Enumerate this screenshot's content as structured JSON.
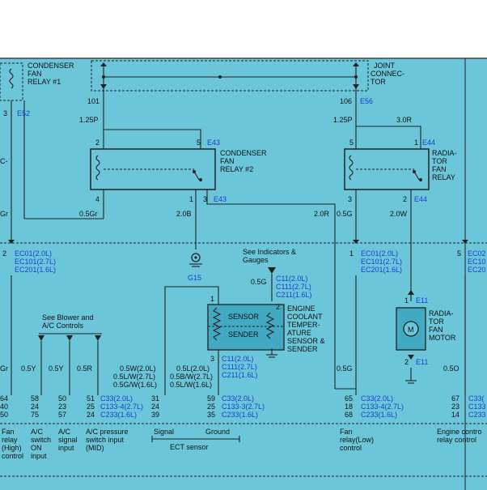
{
  "colors": {
    "background": "#6bc6da",
    "sensor_fill": "#41a9c2",
    "blue_text": "#1a3fd0",
    "wire": "#222222"
  },
  "top_left": {
    "relay1": [
      "CONDENSER",
      "FAN",
      "RELAY #1"
    ],
    "pin3": "3",
    "conn": "E52",
    "cut_left": "C-",
    "pin101": "101",
    "wire_1_25p": "1.25P"
  },
  "joint": {
    "label": [
      "JOINT",
      "CONNEC-",
      "TOR"
    ],
    "pin106": "106",
    "conn": "E56",
    "wire_1_25p": "1.25P",
    "wire_3_0r": "3.0R"
  },
  "relay2": {
    "label": [
      "CONDENSER",
      "FAN",
      "RELAY #2"
    ],
    "pin2": "2",
    "pin5": "5",
    "conn_top": "E43",
    "pin4": "4",
    "pin1": "1",
    "pin3": "3",
    "conn_bot": "E43",
    "wire_05gr": "0.5Gr",
    "wire_20b": "2.0B"
  },
  "radiator_relay": {
    "label": [
      "RADIA-",
      "TOR",
      "FAN",
      "RELAY"
    ],
    "pin5": "5",
    "pin1": "1",
    "conn_top": "E44",
    "pin3": "3",
    "pin2": "2",
    "conn_bot": "E44",
    "wire_20r": "2.0R",
    "wire_05g": "0.5G",
    "wire_20w": "2.0W"
  },
  "left_edge": {
    "gr": "Gr",
    "pin2": "2"
  },
  "ec_left": {
    "lines": [
      "EC01(2.0L)",
      "EC101(2.7L)",
      "EC201(1.6L)"
    ]
  },
  "ec_mid": {
    "pin1": "1",
    "lines": [
      "EC01(2.0L)",
      "EC101(2.7L)",
      "EC201(1.6L)"
    ]
  },
  "ec_right": {
    "pin5": "5",
    "lines": [
      "EC02",
      "EC10",
      "EC20"
    ]
  },
  "ground": {
    "label": "G15"
  },
  "indicators": {
    "label": [
      "See Indicators &",
      "Gauges"
    ],
    "wire": "0.5G",
    "conns": [
      "C11(2.0L)",
      "C111(2.7L)",
      "C211(1.6L)"
    ]
  },
  "sensor": {
    "pin1": "1",
    "pin2": "2",
    "pin3": "3",
    "top": "SENSOR",
    "bottom": "SENDER",
    "label": [
      "ENGINE",
      "COOLANT",
      "TEMPER-",
      "ATURE",
      "SENSOR &",
      "SENDER"
    ],
    "conns_bottom": [
      "C11(2.0L)",
      "C111(2.7L)",
      "C211(1.6L)"
    ]
  },
  "blower": {
    "label": [
      "See Blower and",
      "A/C Controls"
    ],
    "wires": [
      "0.5Y",
      "0.5Y",
      "0.5R"
    ]
  },
  "left_wire_gr": "Gr",
  "ect_wires": {
    "signal": [
      "0.5W(2.0L)",
      "0.5L/W(2.7L)",
      "0.5G/W(1.6L)"
    ],
    "ground": [
      "0.5L(2.0L)",
      "0.5B/W(2.7L)",
      "0.5L/W(1.6L)"
    ]
  },
  "motor": {
    "pin1": "1",
    "conn_top": "E11",
    "label": [
      "RADIA-",
      "TOR",
      "FAN",
      "MOTOR"
    ],
    "symbol": "M",
    "pin2": "2",
    "conn_bot": "E11"
  },
  "mid_wire": "0.5G",
  "right_wire": "0.5O",
  "pin_rows": {
    "c0": [
      "64",
      "40",
      "50"
    ],
    "c1": [
      "58",
      "24",
      "75"
    ],
    "c2": [
      "50",
      "23",
      "57"
    ],
    "c3": [
      "51",
      "25",
      "24"
    ],
    "conn_a": [
      "C33(2.0L)",
      "C133-4(2.7L)",
      "C233(1.6L)"
    ],
    "c4": [
      "31",
      "24",
      "39"
    ],
    "c5": [
      "59",
      "25",
      "35"
    ],
    "conn_b": [
      "C33(2.0L)",
      "C133-3(2.7L)",
      "C233(1.6L)"
    ],
    "c6": [
      "65",
      "18",
      "68"
    ],
    "conn_c": [
      "C33(2.0L)",
      "C133-4(2.7L)",
      "C233(1.6L)"
    ],
    "c7": [
      "67",
      "23",
      "14"
    ],
    "conn_d": [
      "C33(",
      "C133",
      "C233"
    ]
  },
  "bottom_labels": {
    "fan_high": [
      "Fan",
      "relay",
      "(High)",
      "control"
    ],
    "ac_on": [
      "A/C",
      "switch",
      "ON",
      "input"
    ],
    "ac_signal": [
      "A/C",
      "signal",
      "input"
    ],
    "ac_pressure": [
      "A/C pressure",
      "switch input",
      "(MID)"
    ],
    "signal": "Signal",
    "ground": "Ground",
    "ect": "ECT sensor",
    "fan_low": [
      "Fan",
      "relay(Low)",
      "control"
    ],
    "engine_ctrl": [
      "Engine contro",
      "relay control"
    ]
  }
}
